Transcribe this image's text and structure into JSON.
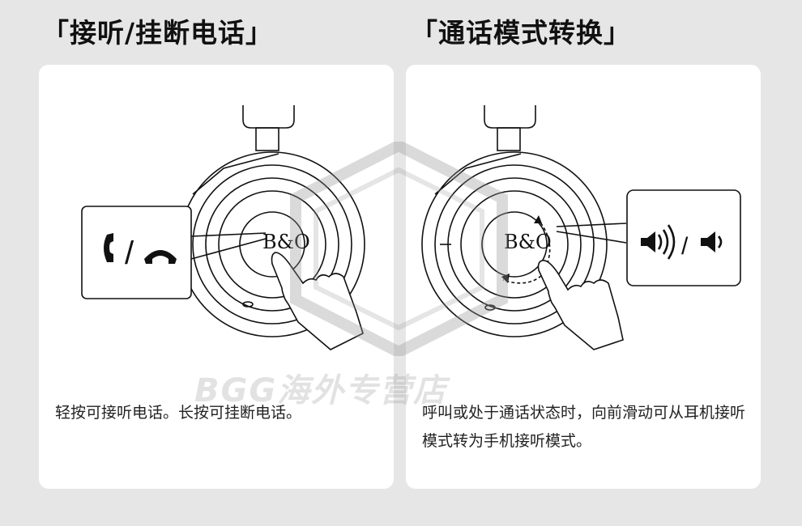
{
  "left": {
    "title": "「接听/挂断电话」",
    "caption": "轻按可接听电话。长按可挂断电话。",
    "headphone_logo": "B&O",
    "callout_icons": [
      "phone-answer-icon",
      "phone-hangup-icon"
    ]
  },
  "right": {
    "title": "「通话模式转换」",
    "caption": "呼叫或处于通话状态时，向前滑动可从耳机接听模式转为手机接听模式。",
    "headphone_logo": "B&O",
    "callout_icons": [
      "speaker-loud-icon",
      "speaker-icon"
    ]
  },
  "watermark": {
    "text": "BGG海外专营店",
    "logo_icon": "bgg-shield-logo-icon"
  },
  "colors": {
    "background": "#e6e6e6",
    "card": "#ffffff",
    "line": "#111111"
  }
}
